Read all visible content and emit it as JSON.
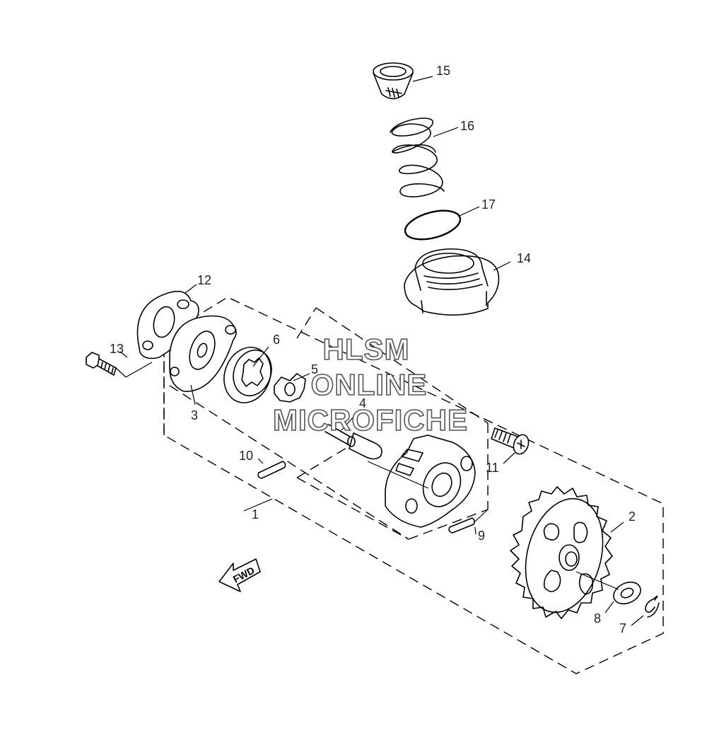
{
  "watermark": {
    "line1": "HLSM",
    "line2": "ONLINE",
    "line3": "MICROFICHE"
  },
  "direction_label": "FWD",
  "callouts": {
    "c1": "1",
    "c2": "2",
    "c3": "3",
    "c4": "4",
    "c5": "5",
    "c6": "6",
    "c7": "7",
    "c8": "8",
    "c9": "9",
    "c10": "10",
    "c11": "11",
    "c12": "12",
    "c13": "13",
    "c14": "14",
    "c15": "15",
    "c16": "16",
    "c17": "17"
  }
}
